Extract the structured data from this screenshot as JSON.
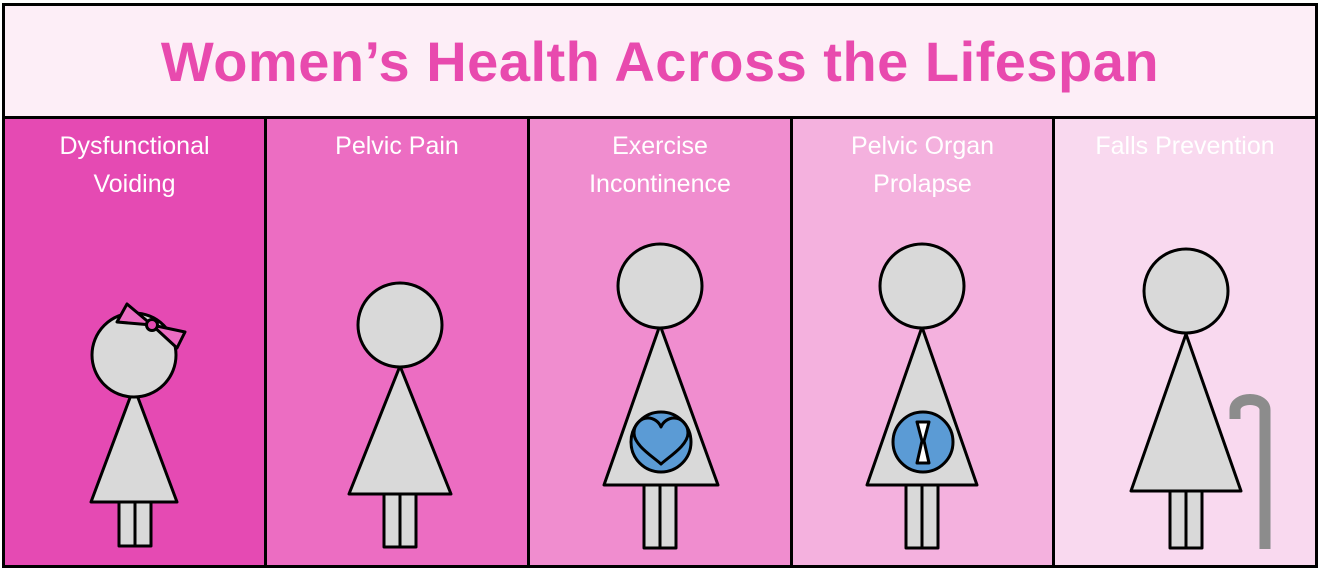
{
  "header": {
    "title": "Women’s Health Across the Lifespan"
  },
  "colors": {
    "title_text": "#e84aae",
    "title_background": "#fdeef7",
    "figure_fill": "#d9d9d9",
    "outline": "#000000",
    "icon_blue": "#5b9bd5",
    "cane_gray": "#8c8c8c",
    "label_text": "#ffffff"
  },
  "panels": [
    {
      "label": "Dysfunctional\nVoiding",
      "background": "#e54ab3",
      "figure": "girl-with-bow",
      "icon": "bow-icon"
    },
    {
      "label": "Pelvic Pain",
      "background": "#ec6dc2",
      "figure": "woman",
      "icon": ""
    },
    {
      "label": "Exercise\nIncontinence",
      "background": "#f08dcf",
      "figure": "woman-with-badge",
      "icon": "heart-icon"
    },
    {
      "label": "Pelvic Organ\nProlapse",
      "background": "#f4b1de",
      "figure": "woman-with-badge",
      "icon": "hourglass-icon"
    },
    {
      "label": "Falls Prevention",
      "background": "#f9d9ef",
      "figure": "woman-with-cane",
      "icon": "cane-icon"
    }
  ]
}
